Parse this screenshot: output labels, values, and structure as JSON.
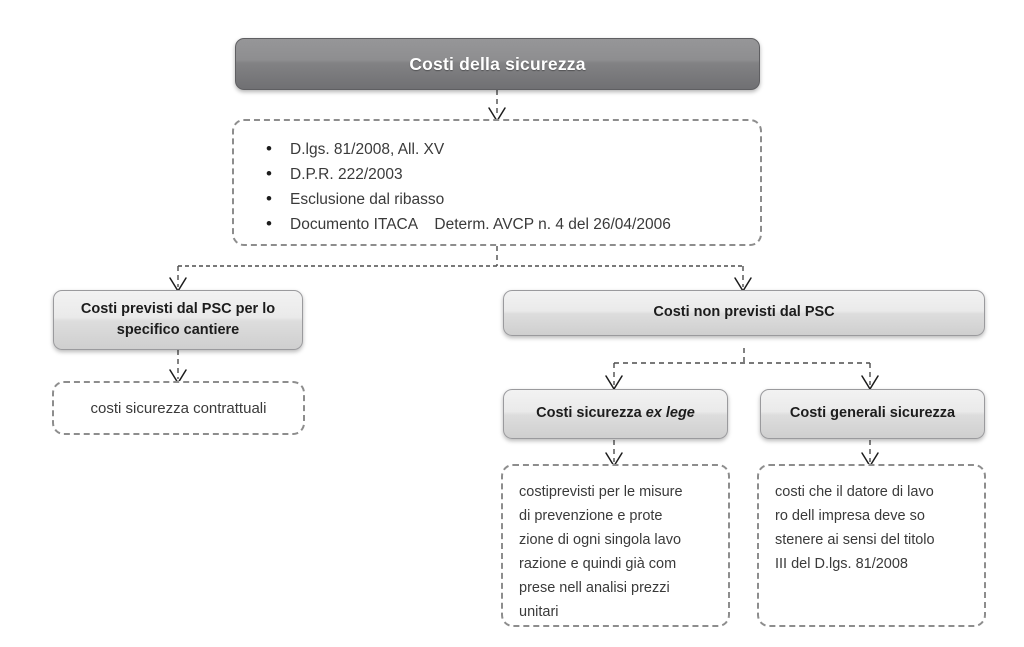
{
  "diagram": {
    "title": "Costi della sicurezza",
    "root": {
      "label": "Costi della sicurezza"
    },
    "references_note": {
      "name": "riferimenti-normativi",
      "bullets": [
        "D.lgs. 81/2008, All. XV",
        "D.P.R. 222/2003",
        "Esclusione dal ribasso",
        "Documento ITACA    Determ. AVCP n. 4 del 26/04/2006"
      ]
    },
    "branches": {
      "left": {
        "label": "Costi previsti dal PSC per lo specifico cantiere",
        "note": "costi sicurezza contrattuali"
      },
      "right": {
        "label": "Costi non previsti dal PSC",
        "children": [
          {
            "label_plain": "Costi sicurezza ",
            "label_italic": "ex lege",
            "note_lines": [
              "costiprevisti per le misure",
              "di prevenzione e prote",
              "zione di ogni singola lavo",
              "razione e quindi già com",
              "prese nell analisi prezzi",
              "unitari"
            ]
          },
          {
            "label_plain": "Costi generali sicurezza",
            "label_italic": "",
            "note_lines": [
              "costi che il datore di lavo",
              "ro dell impresa deve so",
              "stenere ai sensi del titolo",
              "III del D.lgs. 81/2008"
            ]
          }
        ]
      }
    },
    "colors": {
      "title_box_top": "#969698",
      "title_box_bottom": "#707073",
      "title_text": "#ffffff",
      "node_box_top": "#f2f2f2",
      "node_box_bottom": "#cfcfcf",
      "node_text": "#1c1c1c",
      "note_border": "#8d8d8d",
      "note_text": "#3a3a3a",
      "connector": "#4d4d4d",
      "background": "#ffffff"
    }
  }
}
